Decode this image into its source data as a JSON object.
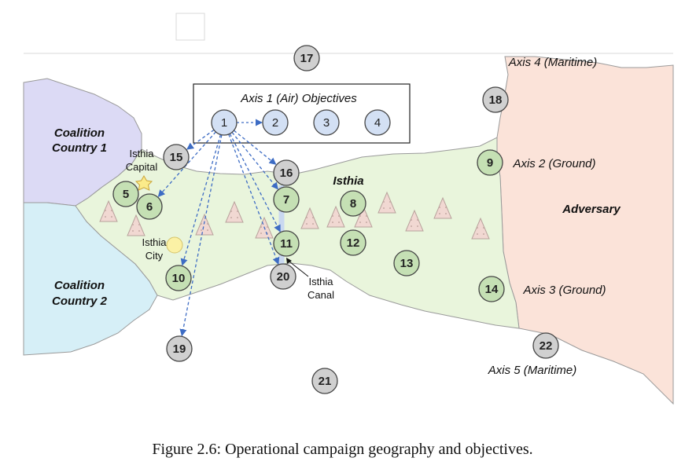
{
  "caption": "Figure 2.6: Operational campaign geography and objectives.",
  "regions": {
    "coalition_1": [
      "Coalition",
      "Country 1"
    ],
    "coalition_2": [
      "Coalition",
      "Country 2"
    ],
    "isthia": "Isthia",
    "adversary": "Adversary"
  },
  "places": {
    "capital": [
      "Isthia",
      "Capital"
    ],
    "city": [
      "Isthia",
      "City"
    ],
    "canal": [
      "Isthia",
      "Canal"
    ]
  },
  "axes": {
    "air_box_title": "Axis 1 (Air) Objectives",
    "axis2": "Axis 2 (Ground)",
    "axis3": "Axis 3 (Ground)",
    "axis4": "Axis 4 (Maritime)",
    "axis5": "Axis 5 (Maritime)"
  },
  "objectives": {
    "air": [
      "1",
      "2",
      "3",
      "4"
    ],
    "ground": [
      "5",
      "6",
      "7",
      "8",
      "9",
      "10",
      "11",
      "12",
      "13",
      "14"
    ],
    "other": [
      "15",
      "16",
      "17",
      "18",
      "19",
      "20",
      "21",
      "22"
    ]
  },
  "colors": {
    "coalition_1": "#dcdaf5",
    "coalition_2": "#d6eff7",
    "isthia": "#e9f5dc",
    "adversary": "#fbe3d9",
    "air_node": "#d3e0f4",
    "ground_node": "#c5e0b4",
    "other_node": "#d0d0d0",
    "arrow": "#3d6cc4"
  }
}
